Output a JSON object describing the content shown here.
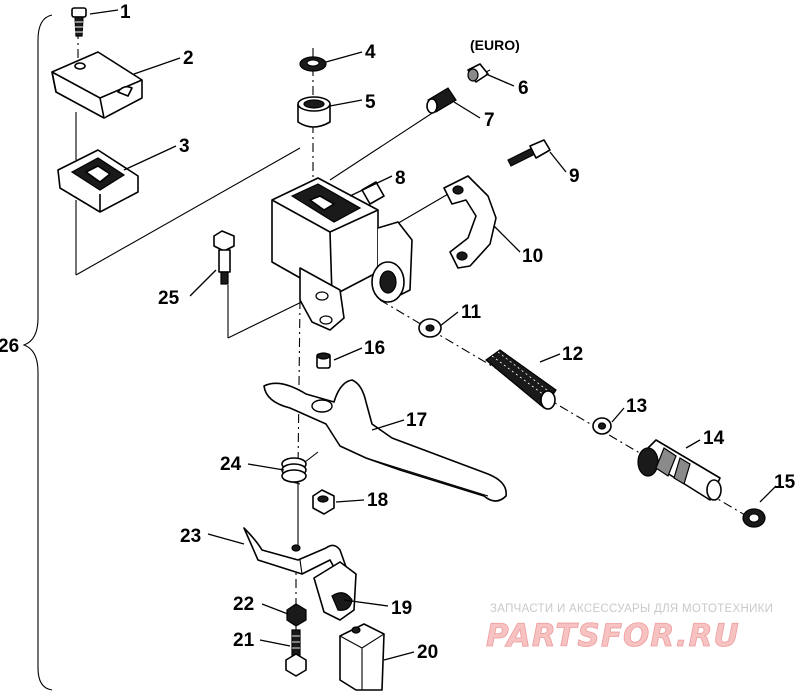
{
  "diagram": {
    "variant_note": "(EURO)",
    "callouts": [
      "1",
      "2",
      "3",
      "4",
      "5",
      "6",
      "7",
      "8",
      "9",
      "10",
      "11",
      "12",
      "13",
      "14",
      "15",
      "16",
      "17",
      "18",
      "19",
      "20",
      "21",
      "22",
      "23",
      "24",
      "25",
      "26"
    ]
  },
  "watermark": {
    "tagline": "ЗАПЧАСТИ И АКСЕССУАРЫ ДЛЯ МОТОТЕХНИКИ",
    "logo": "PARTSFOR.RU",
    "colors": {
      "logo_fill": "#f7c2c2",
      "logo_stroke": "#ee9c9c",
      "tagline": "#c9c9c9"
    }
  }
}
